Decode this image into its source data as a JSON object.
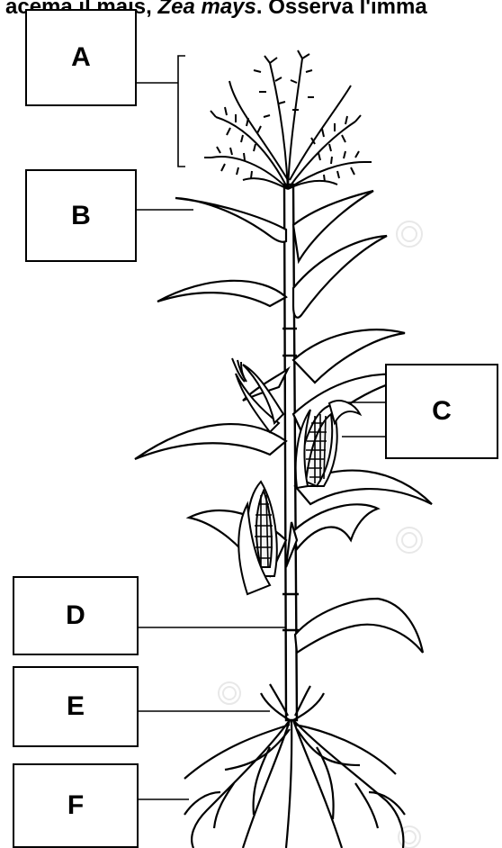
{
  "header": {
    "text_left": "acema il mais, ",
    "text_italic": "Zea mays",
    "text_right": ". Osserva l'imma"
  },
  "labels": [
    "A",
    "B",
    "C",
    "D",
    "E",
    "F"
  ],
  "colors": {
    "ink": "#000000",
    "watermark": "#e6e6e6"
  }
}
